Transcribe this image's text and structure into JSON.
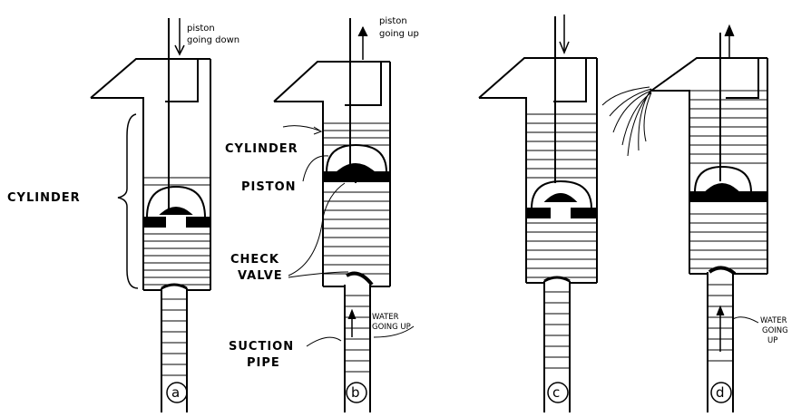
{
  "panels": [
    {
      "id": "a",
      "letter": "a",
      "top_note": [
        "piston",
        "going down"
      ]
    },
    {
      "id": "b",
      "letter": "b",
      "top_note": [
        "piston",
        "going up"
      ]
    },
    {
      "id": "c",
      "letter": "c"
    },
    {
      "id": "d",
      "letter": "d"
    }
  ],
  "labels": {
    "cylinder_a": "CYLINDER",
    "cylinder_b": "CYLINDER",
    "piston_b": "PISTON",
    "check_valve": [
      "CHECK",
      "VALVE"
    ],
    "suction_pipe": [
      "SUCTION",
      "PIPE"
    ],
    "water_going_up_b": [
      "WATER",
      "GOING UP"
    ],
    "water_going_up_d": [
      "WATER",
      "GOING",
      "UP"
    ]
  },
  "colors": {
    "ink": "#000000",
    "paper": "#ffffff"
  }
}
